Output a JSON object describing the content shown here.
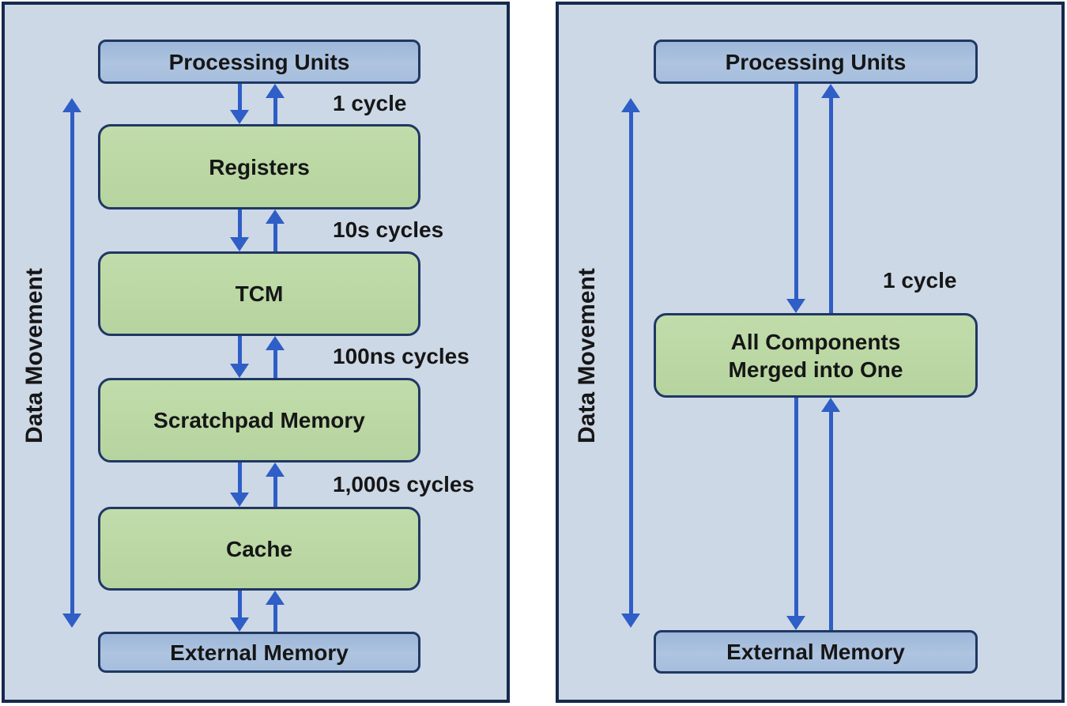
{
  "colors": {
    "panel_bg": "#cdd8e6",
    "panel_border": "#16294e",
    "box_border": "#1f3864",
    "blue_box_fill": "#a6bedd",
    "green_box_fill": "#b6d49f",
    "arrow": "#2e5ec6",
    "text": "#161616"
  },
  "left_panel": {
    "side_label": "Data Movement",
    "nodes": [
      {
        "label": "Processing Units",
        "type": "blue"
      },
      {
        "label": "Registers",
        "type": "green"
      },
      {
        "label": "TCM",
        "type": "green"
      },
      {
        "label": "Scratchpad Memory",
        "type": "green"
      },
      {
        "label": "Cache",
        "type": "green"
      },
      {
        "label": "External Memory",
        "type": "blue"
      }
    ],
    "edge_labels": [
      "1 cycle",
      "10s cycles",
      "100ns cycles",
      "1,000s cycles"
    ]
  },
  "right_panel": {
    "side_label": "Data Movement",
    "nodes": [
      {
        "label": "Processing Units",
        "type": "blue"
      },
      {
        "label": "All Components Merged into One",
        "type": "green",
        "lines": [
          "All Components",
          "Merged into One"
        ]
      },
      {
        "label": "External Memory",
        "type": "blue"
      }
    ],
    "edge_label": "1 cycle"
  }
}
